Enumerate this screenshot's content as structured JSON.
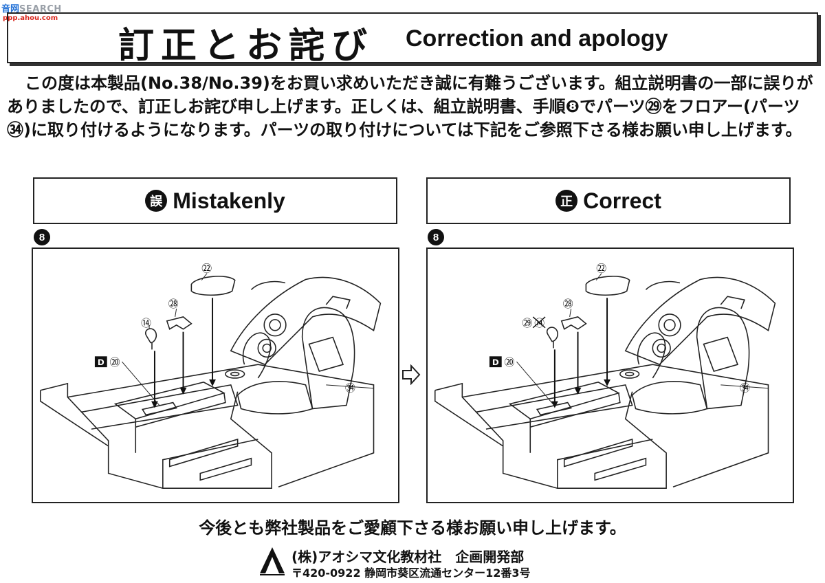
{
  "watermark": {
    "cn": "音网",
    "search": "SEARCH",
    "url": "ppp.ahou.com"
  },
  "title": {
    "jp": "訂正とお詫び",
    "en": "Correction and apology"
  },
  "intro": "この度は本製品(No.38/No.39)をお買い求めいただき誠に有難うございます。組立説明書の一部に誤りがありましたので、訂正しお詫び申し上げます。正しくは、組立説明書、手順❽でパーツ㉙をフロアー(パーツ㉞)に取り付けるようになります。パーツの取り付けについては下記をご参照下さる様お願い申し上げます。",
  "panels": [
    {
      "badge": "誤",
      "label": "Mistakenly",
      "step": "8"
    },
    {
      "badge": "正",
      "label": "Correct",
      "step": "8"
    }
  ],
  "diagram_left": {
    "callouts": [
      "㉒",
      "㉘",
      "⑭",
      "⑳",
      "㉞"
    ],
    "paint_mark": "D"
  },
  "diagram_right": {
    "callouts": [
      "㉒",
      "㉘",
      "㉙",
      "⑳",
      "㉞"
    ],
    "paint_mark": "D",
    "crossed": "⑭"
  },
  "closing": "今後とも弊社製品をご愛顧下さる様お願い申し上げます。",
  "company": "(株)アオシマ文化教材社　企画開発部",
  "address": "〒420-0922 静岡市葵区流通センター12番3号"
}
